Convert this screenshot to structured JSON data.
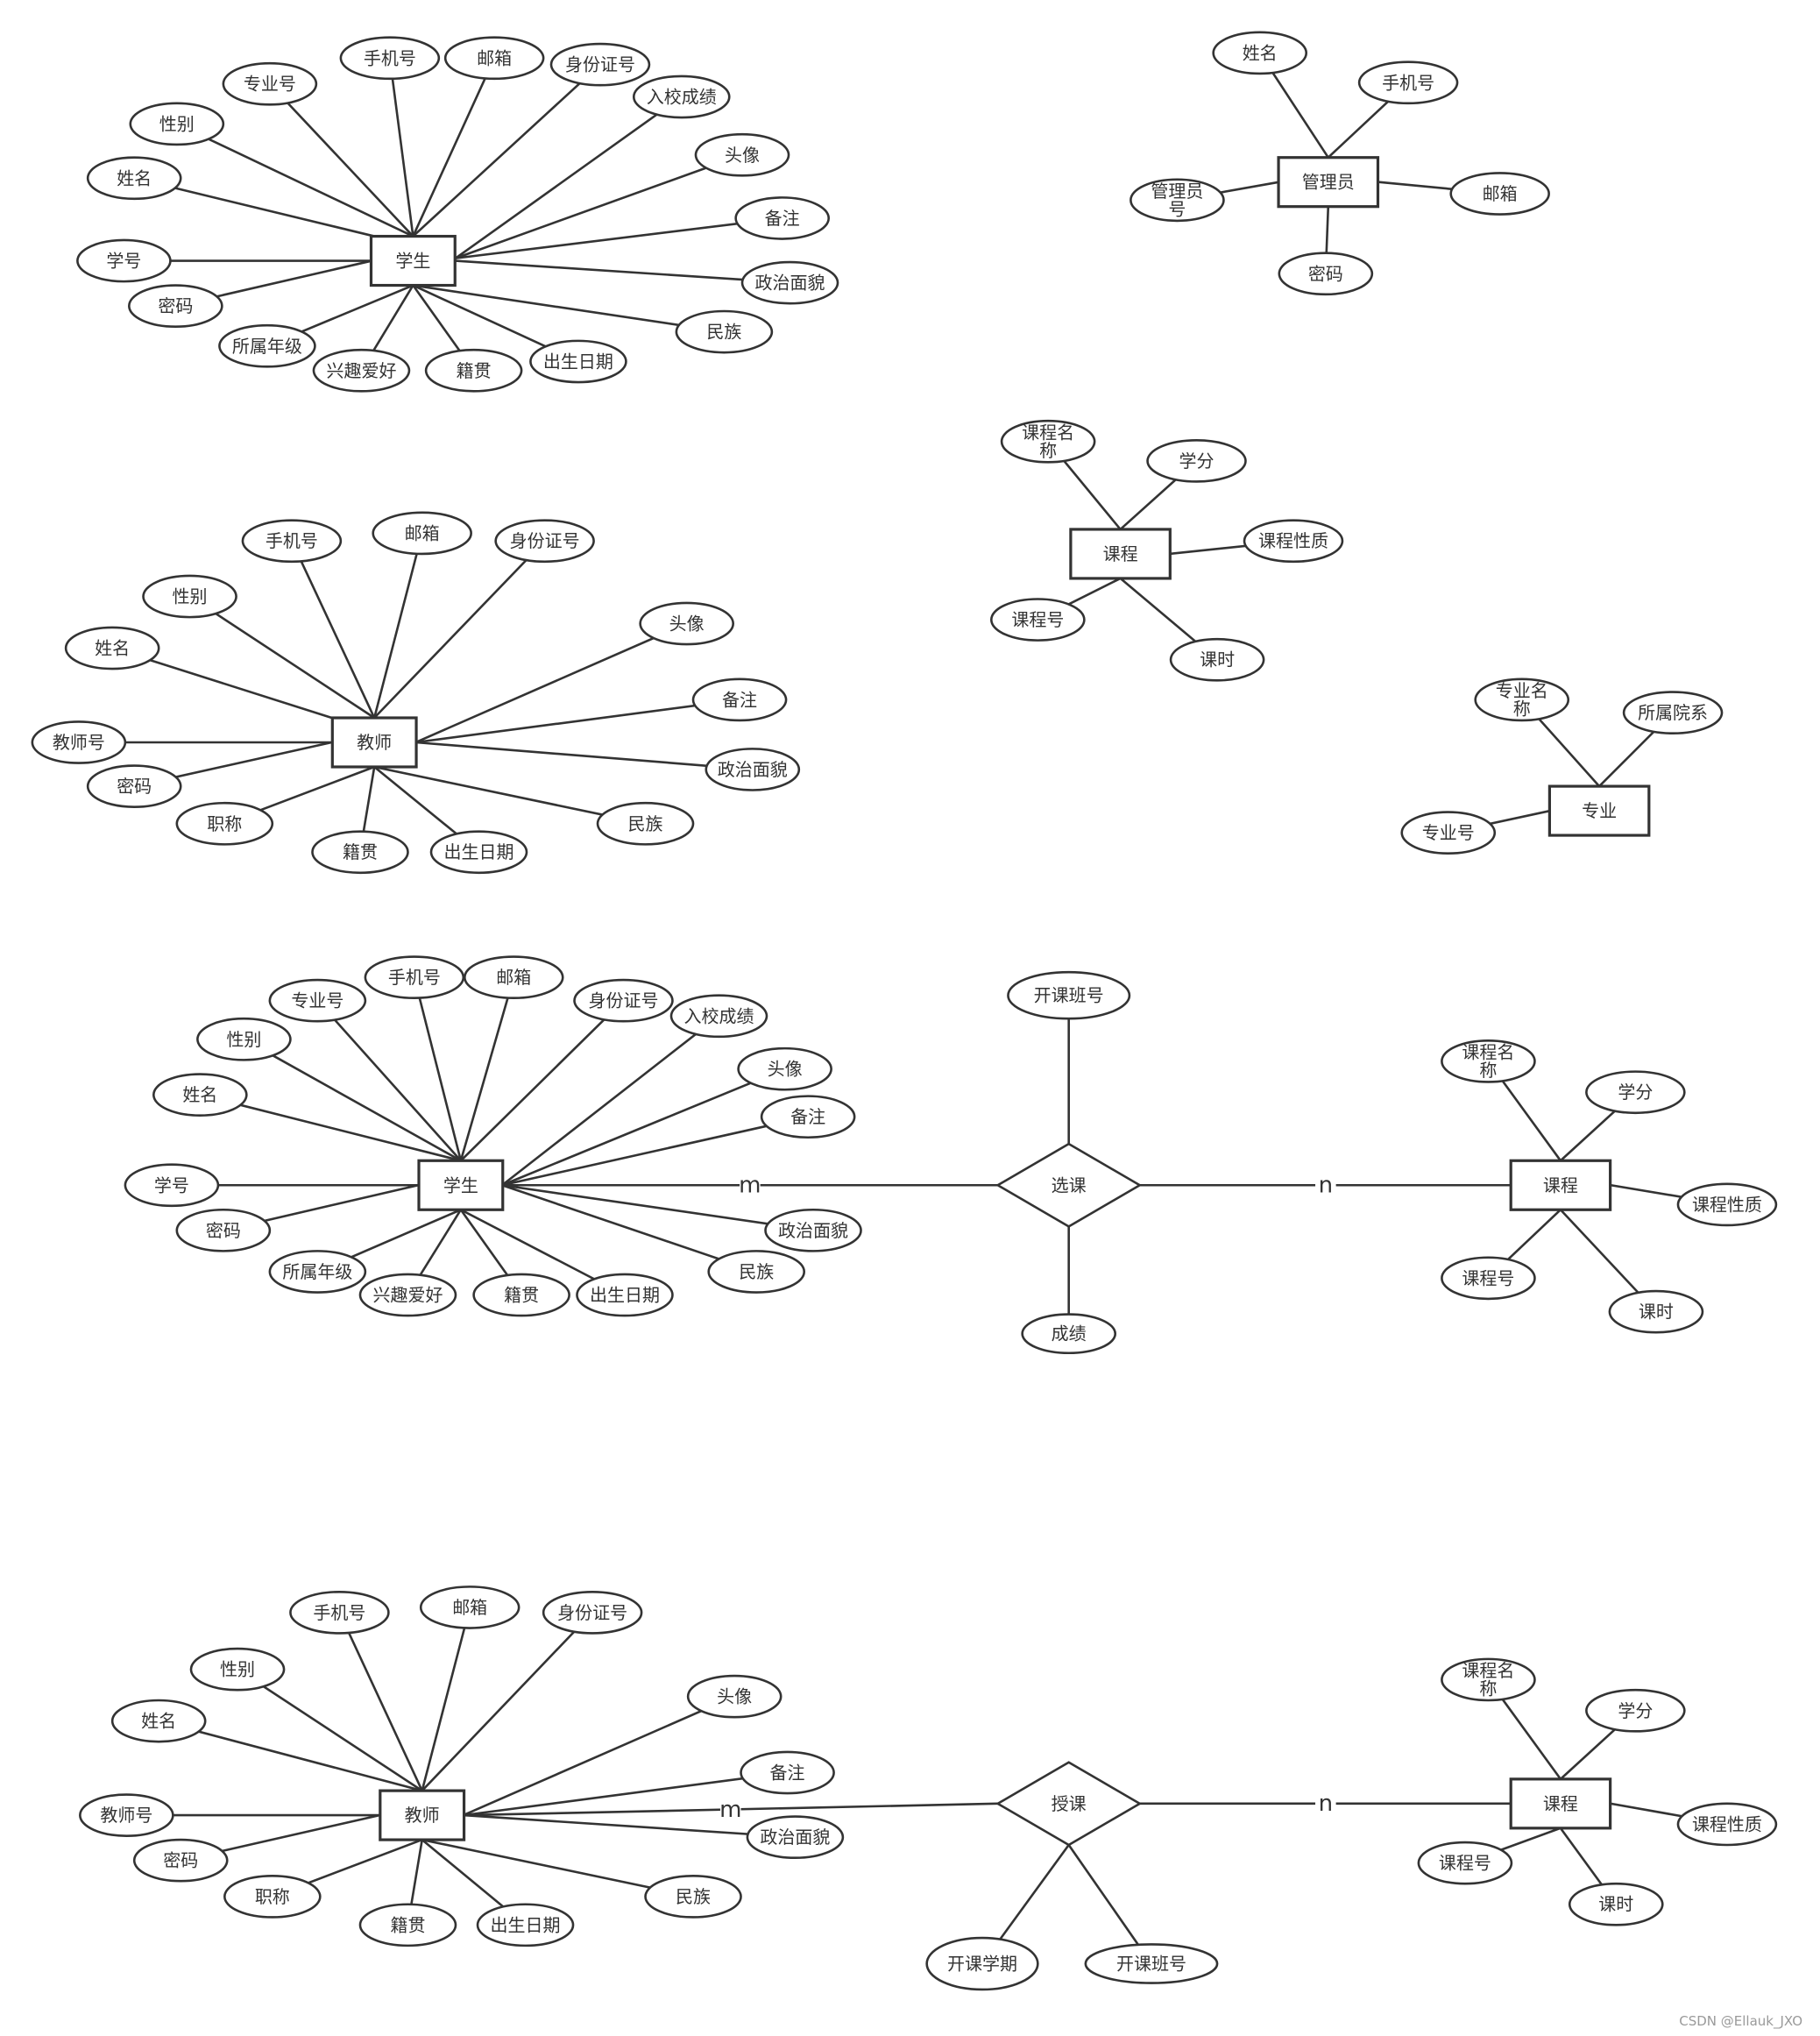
{
  "diagram": {
    "groups": [
      {
        "id": "student",
        "entity": {
          "key": "student",
          "label": "学生"
        },
        "attributes": [
          {
            "key": "gender",
            "label": "性别"
          },
          {
            "key": "major_no",
            "label": "专业号"
          },
          {
            "key": "phone",
            "label": "手机号"
          },
          {
            "key": "email",
            "label": "邮箱"
          },
          {
            "key": "id_card",
            "label": "身份证号"
          },
          {
            "key": "entrance_score",
            "label": "入校成绩"
          },
          {
            "key": "avatar",
            "label": "头像"
          },
          {
            "key": "name",
            "label": "姓名"
          },
          {
            "key": "remark",
            "label": "备注"
          },
          {
            "key": "student_no",
            "label": "学号"
          },
          {
            "key": "political_status",
            "label": "政治面貌"
          },
          {
            "key": "password",
            "label": "密码"
          },
          {
            "key": "ethnicity",
            "label": "民族"
          },
          {
            "key": "grade",
            "label": "所属年级"
          },
          {
            "key": "birth_date",
            "label": "出生日期"
          },
          {
            "key": "hobby",
            "label": "兴趣爱好"
          },
          {
            "key": "native_place",
            "label": "籍贯"
          }
        ]
      },
      {
        "id": "admin",
        "entity": {
          "key": "admin",
          "label": "管理员"
        },
        "attributes": [
          {
            "key": "name",
            "label": "姓名"
          },
          {
            "key": "phone",
            "label": "手机号"
          },
          {
            "key": "admin_no",
            "label": "管理员\n号"
          },
          {
            "key": "email",
            "label": "邮箱"
          },
          {
            "key": "password",
            "label": "密码"
          }
        ]
      },
      {
        "id": "course",
        "entity": {
          "key": "course",
          "label": "课程"
        },
        "attributes": [
          {
            "key": "course_name",
            "label": "课程名\n称"
          },
          {
            "key": "credit",
            "label": "学分"
          },
          {
            "key": "course_type",
            "label": "课程性质"
          },
          {
            "key": "course_no",
            "label": "课程号"
          },
          {
            "key": "hours",
            "label": "课时"
          }
        ]
      },
      {
        "id": "teacher",
        "entity": {
          "key": "teacher",
          "label": "教师"
        },
        "attributes": [
          {
            "key": "phone",
            "label": "手机号"
          },
          {
            "key": "email",
            "label": "邮箱"
          },
          {
            "key": "id_card",
            "label": "身份证号"
          },
          {
            "key": "gender",
            "label": "性别"
          },
          {
            "key": "avatar",
            "label": "头像"
          },
          {
            "key": "name",
            "label": "姓名"
          },
          {
            "key": "remark",
            "label": "备注"
          },
          {
            "key": "teacher_no",
            "label": "教师号"
          },
          {
            "key": "political_status",
            "label": "政治面貌"
          },
          {
            "key": "password",
            "label": "密码"
          },
          {
            "key": "title",
            "label": "职称"
          },
          {
            "key": "ethnicity",
            "label": "民族"
          },
          {
            "key": "native_place",
            "label": "籍贯"
          },
          {
            "key": "birth_date",
            "label": "出生日期"
          }
        ]
      },
      {
        "id": "major",
        "entity": {
          "key": "major",
          "label": "专业"
        },
        "attributes": [
          {
            "key": "major_name",
            "label": "专业名\n称"
          },
          {
            "key": "college",
            "label": "所属院系"
          },
          {
            "key": "major_no",
            "label": "专业号"
          }
        ]
      },
      {
        "id": "student2",
        "entity": {
          "key": "student",
          "label": "学生"
        },
        "attributes": [
          {
            "key": "phone",
            "label": "手机号"
          },
          {
            "key": "email",
            "label": "邮箱"
          },
          {
            "key": "major_no",
            "label": "专业号"
          },
          {
            "key": "id_card",
            "label": "身份证号"
          },
          {
            "key": "entrance_score",
            "label": "入校成绩"
          },
          {
            "key": "gender",
            "label": "性别"
          },
          {
            "key": "avatar",
            "label": "头像"
          },
          {
            "key": "name",
            "label": "姓名"
          },
          {
            "key": "remark",
            "label": "备注"
          },
          {
            "key": "student_no",
            "label": "学号"
          },
          {
            "key": "political_status",
            "label": "政治面貌"
          },
          {
            "key": "password",
            "label": "密码"
          },
          {
            "key": "ethnicity",
            "label": "民族"
          },
          {
            "key": "grade",
            "label": "所属年级"
          },
          {
            "key": "hobby",
            "label": "兴趣爱好"
          },
          {
            "key": "native_place",
            "label": "籍贯"
          },
          {
            "key": "birth_date",
            "label": "出生日期"
          }
        ]
      },
      {
        "id": "course2",
        "entity": {
          "key": "course",
          "label": "课程"
        },
        "attributes": [
          {
            "key": "course_name",
            "label": "课程名\n称"
          },
          {
            "key": "credit",
            "label": "学分"
          },
          {
            "key": "course_type",
            "label": "课程性质"
          },
          {
            "key": "course_no",
            "label": "课程号"
          },
          {
            "key": "hours",
            "label": "课时"
          }
        ]
      },
      {
        "id": "teacher2",
        "entity": {
          "key": "teacher",
          "label": "教师"
        },
        "attributes": [
          {
            "key": "phone",
            "label": "手机号"
          },
          {
            "key": "email",
            "label": "邮箱"
          },
          {
            "key": "id_card",
            "label": "身份证号"
          },
          {
            "key": "gender",
            "label": "性别"
          },
          {
            "key": "name",
            "label": "姓名"
          },
          {
            "key": "avatar",
            "label": "头像"
          },
          {
            "key": "remark",
            "label": "备注"
          },
          {
            "key": "teacher_no",
            "label": "教师号"
          },
          {
            "key": "political_status",
            "label": "政治面貌"
          },
          {
            "key": "password",
            "label": "密码"
          },
          {
            "key": "title",
            "label": "职称"
          },
          {
            "key": "ethnicity",
            "label": "民族"
          },
          {
            "key": "native_place",
            "label": "籍贯"
          },
          {
            "key": "birth_date",
            "label": "出生日期"
          }
        ]
      },
      {
        "id": "course3",
        "entity": {
          "key": "course",
          "label": "课程"
        },
        "attributes": [
          {
            "key": "course_name",
            "label": "课程名\n称"
          },
          {
            "key": "credit",
            "label": "学分"
          },
          {
            "key": "course_type",
            "label": "课程性质"
          },
          {
            "key": "course_no",
            "label": "课程号"
          },
          {
            "key": "hours",
            "label": "课时"
          }
        ]
      }
    ],
    "relationships": [
      {
        "id": "enroll",
        "label": "选课",
        "attributes": [
          {
            "key": "class_no",
            "label": "开课班号"
          },
          {
            "key": "score",
            "label": "成绩"
          }
        ],
        "links": [
          {
            "group": "student2",
            "cardinality": "m"
          },
          {
            "group": "course2",
            "cardinality": "n"
          }
        ]
      },
      {
        "id": "teach",
        "label": "授课",
        "attributes": [
          {
            "key": "semester",
            "label": "开课学期"
          },
          {
            "key": "class_no",
            "label": "开课班号"
          }
        ],
        "links": [
          {
            "group": "teacher2",
            "cardinality": "m"
          },
          {
            "group": "course3",
            "cardinality": "n"
          }
        ]
      }
    ]
  },
  "watermark": "CSDN @Ellauk_JXO"
}
